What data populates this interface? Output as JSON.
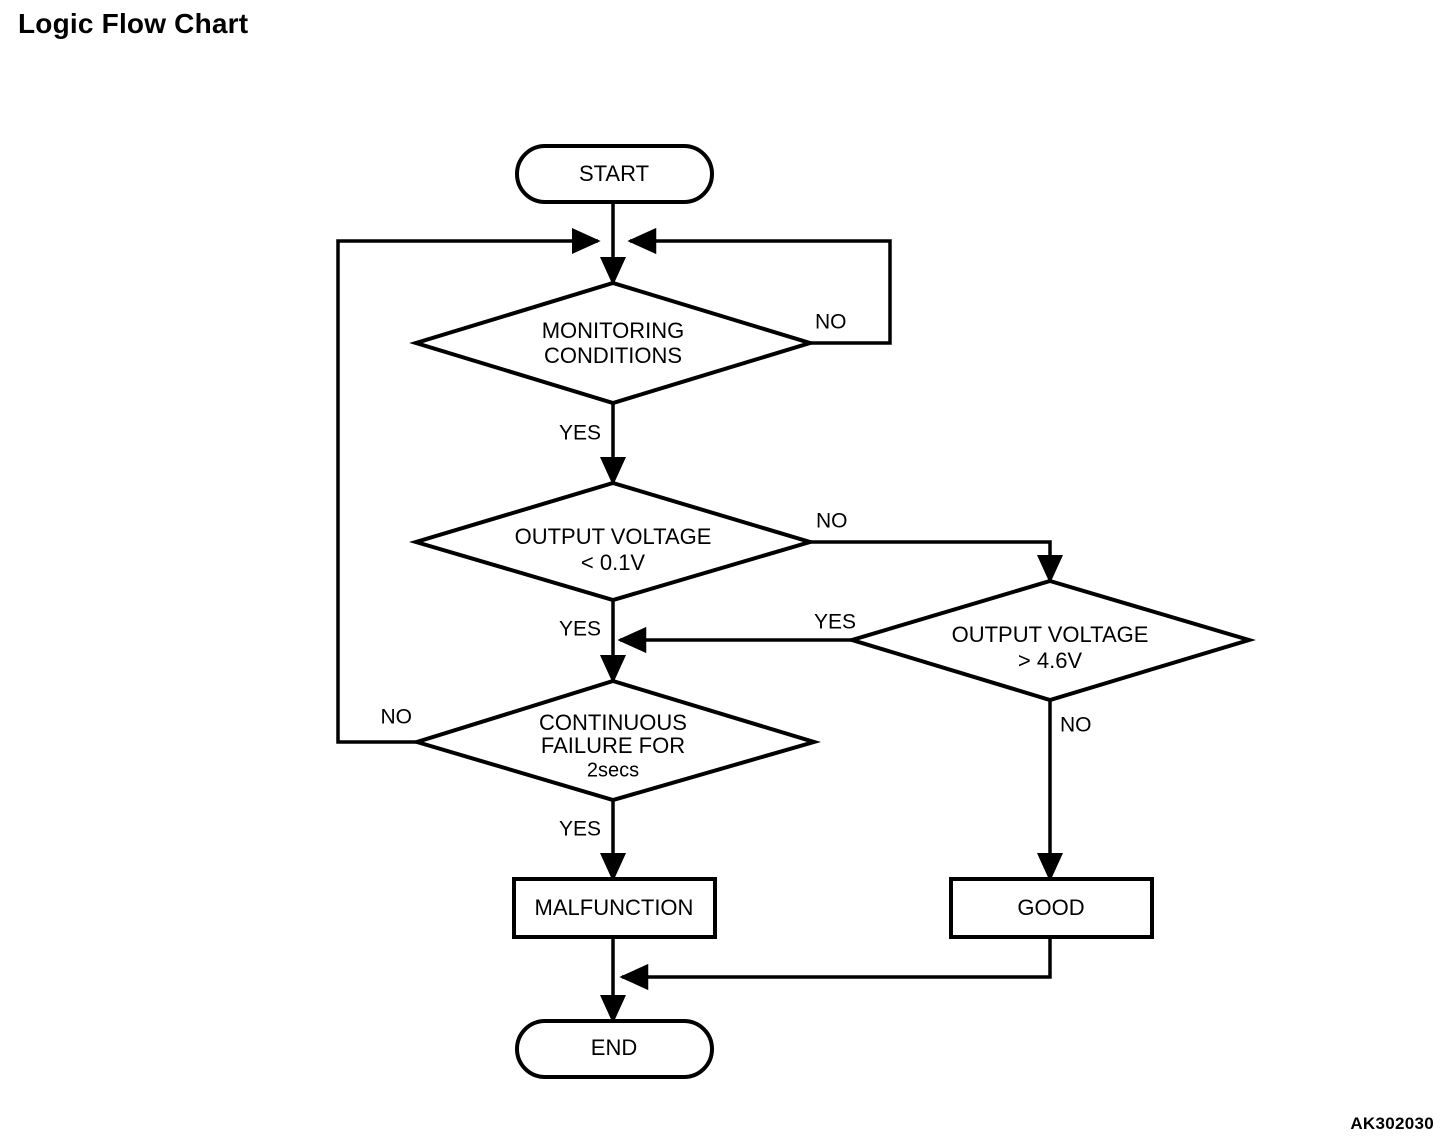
{
  "page": {
    "title": "Logic Flow Chart",
    "figure_id": "AK302030",
    "background_color": "#ffffff",
    "line_color": "#000000"
  },
  "chart_data": {
    "type": "diagram",
    "diagram_kind": "flowchart",
    "title": "Logic Flow Chart",
    "nodes": [
      {
        "id": "start",
        "shape": "stadium",
        "label": "START"
      },
      {
        "id": "monitoring",
        "shape": "diamond",
        "label_line1": "MONITORING",
        "label_line2": "CONDITIONS"
      },
      {
        "id": "volt_low",
        "shape": "diamond",
        "label_line1": "OUTPUT VOLTAGE",
        "label_line2": "< 0.1V"
      },
      {
        "id": "volt_high",
        "shape": "diamond",
        "label_line1": "OUTPUT VOLTAGE",
        "label_line2": "> 4.6V"
      },
      {
        "id": "cont_failure",
        "shape": "diamond",
        "label_line1": "CONTINUOUS",
        "label_line2": "FAILURE FOR",
        "label_line3": "2secs"
      },
      {
        "id": "malfunction",
        "shape": "rectangle",
        "label": "MALFUNCTION"
      },
      {
        "id": "good",
        "shape": "rectangle",
        "label": "GOOD"
      },
      {
        "id": "end",
        "shape": "stadium",
        "label": "END"
      }
    ],
    "edges": [
      {
        "from": "start",
        "to": "monitoring",
        "label": ""
      },
      {
        "from": "monitoring",
        "to": "monitoring",
        "label": "NO",
        "note": "loops back to input of MONITORING CONDITIONS"
      },
      {
        "from": "monitoring",
        "to": "volt_low",
        "label": "YES"
      },
      {
        "from": "volt_low",
        "to": "cont_failure",
        "label": "YES"
      },
      {
        "from": "volt_low",
        "to": "volt_high",
        "label": "NO"
      },
      {
        "from": "volt_high",
        "to": "cont_failure",
        "label": "YES"
      },
      {
        "from": "volt_high",
        "to": "good",
        "label": "NO"
      },
      {
        "from": "cont_failure",
        "to": "monitoring",
        "label": "NO",
        "note": "loops back to input of MONITORING CONDITIONS"
      },
      {
        "from": "cont_failure",
        "to": "malfunction",
        "label": "YES"
      },
      {
        "from": "malfunction",
        "to": "end",
        "label": ""
      },
      {
        "from": "good",
        "to": "end",
        "label": ""
      }
    ]
  },
  "labels": {
    "start": "START",
    "monitoring_l1": "MONITORING",
    "monitoring_l2": "CONDITIONS",
    "monitoring_no": "NO",
    "monitoring_yes": "YES",
    "volt_low_l1": "OUTPUT VOLTAGE",
    "volt_low_l2": "< 0.1V",
    "volt_low_no": "NO",
    "volt_low_yes": "YES",
    "volt_high_l1": "OUTPUT VOLTAGE",
    "volt_high_l2": "> 4.6V",
    "volt_high_yes": "YES",
    "volt_high_no": "NO",
    "cont_failure_l1": "CONTINUOUS",
    "cont_failure_l2": "FAILURE FOR",
    "cont_failure_l3": "2secs",
    "cont_failure_no": "NO",
    "cont_failure_yes": "YES",
    "malfunction": "MALFUNCTION",
    "good": "GOOD",
    "end": "END"
  }
}
